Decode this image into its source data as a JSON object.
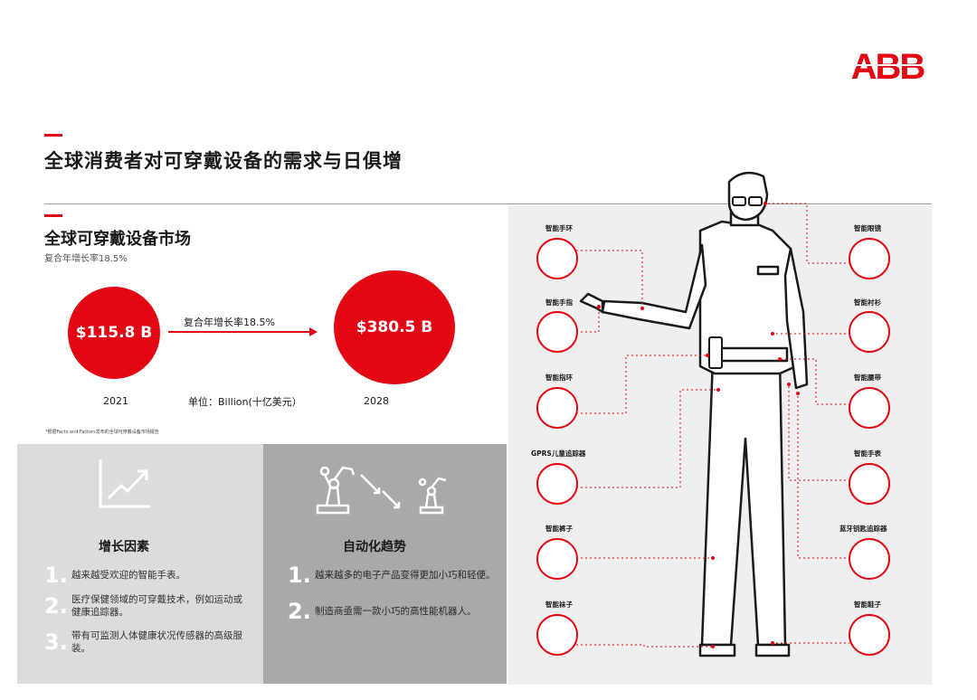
{
  "brand": {
    "logo_text": "ABB",
    "accent": "#e30613"
  },
  "header": {
    "title": "全球消费者对可穿戴设备的需求与日俱增"
  },
  "market": {
    "title": "全球可穿戴设备市场",
    "caption": "复合年增长率18.5%",
    "value_2021": "$115.8 B",
    "value_2028": "$380.5 B",
    "arrow_label": "复合年增长率18.5%",
    "year_2021": "2021",
    "year_2028": "2028",
    "unit": "单位：Billion(十亿美元）",
    "footnote": "*根据Facts and Factors发布的全球可穿戴设备市场报告"
  },
  "growth": {
    "title": "增长因素",
    "items": [
      {
        "num": "1.",
        "text": "越来越受欢迎的智能手表。"
      },
      {
        "num": "2.",
        "text": "医疗保健领域的可穿戴技术，例如运动或健康追踪器。"
      },
      {
        "num": "3.",
        "text": "带有可监测人体健康状况传感器的高级服装。"
      }
    ]
  },
  "automation": {
    "title": "自动化趋势",
    "items": [
      {
        "num": "1.",
        "text": "越来越多的电子产品变得更加小巧和轻便。"
      },
      {
        "num": "2.",
        "text": "制造商亟需一款小巧的高性能机器人。"
      }
    ]
  },
  "devices": {
    "left": [
      {
        "label": "智能手环",
        "icon": "band-icon"
      },
      {
        "label": "智能手指",
        "icon": "finger-icon"
      },
      {
        "label": "智能指环",
        "icon": "ring-icon"
      },
      {
        "label": "GPRS儿童追踪器",
        "icon": "tracker-icon"
      },
      {
        "label": "智能裤子",
        "icon": "pants-icon"
      },
      {
        "label": "智能袜子",
        "icon": "socks-icon"
      }
    ],
    "right": [
      {
        "label": "智能眼镜",
        "icon": "glasses-icon"
      },
      {
        "label": "智能衬衫",
        "icon": "shirt-icon"
      },
      {
        "label": "智能腰带",
        "icon": "belt-icon"
      },
      {
        "label": "智能手表",
        "icon": "watch-icon"
      },
      {
        "label": "蓝牙钥匙追踪器",
        "icon": "key-tracker-icon"
      },
      {
        "label": "智能鞋子",
        "icon": "shoe-icon"
      }
    ]
  }
}
